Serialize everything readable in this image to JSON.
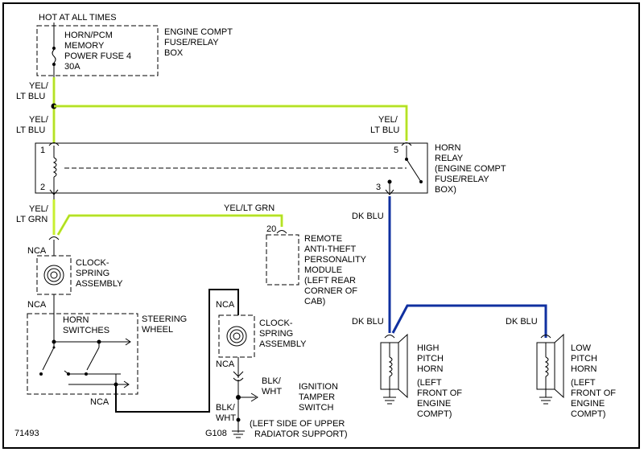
{
  "labels": {
    "hot_at_all_times": "HOT AT ALL TIMES",
    "fuse_name_1": "HORN/PCM",
    "fuse_name_2": "MEMORY",
    "fuse_name_3": "POWER FUSE 4",
    "fuse_rating": "30A",
    "fuse_box_1": "ENGINE COMPT",
    "fuse_box_2": "FUSE/RELAY",
    "fuse_box_3": "BOX",
    "yel": "YEL/",
    "lt_blu": "LT BLU",
    "yel_r": "YEL/",
    "lt_blu_r": "LT BLU",
    "yel_2": "YEL/",
    "lt_blu_2": "LT BLU",
    "relay_1": "HORN",
    "relay_2": "RELAY",
    "relay_3": "(ENGINE COMPT",
    "relay_4": "FUSE/RELAY",
    "relay_5": "BOX)",
    "pin_1": "1",
    "pin_2": "2",
    "pin_3": "3",
    "pin_5": "5",
    "yel_3": "YEL/",
    "lt_grn": "LT GRN",
    "yel_lt_grn": "YEL/LT GRN",
    "pin_20": "20",
    "module_1": "REMOTE",
    "module_2": "ANTI-THEFT",
    "module_3": "PERSONALITY",
    "module_4": "MODULE",
    "module_5": "(LEFT REAR",
    "module_6": "CORNER OF",
    "module_7": "CAB)",
    "dk_blu_1": "DK BLU",
    "dk_blu_2": "DK BLU",
    "dk_blu_3": "DK BLU",
    "nca_1": "NCA",
    "nca_2": "NCA",
    "nca_3": "NCA",
    "nca_4": "NCA",
    "nca_5": "NCA",
    "clock_1a": "CLOCK-",
    "clock_1b": "SPRING",
    "clock_1c": "ASSEMBLY",
    "clock_2a": "CLOCK-",
    "clock_2b": "SPRING",
    "clock_2c": "ASSEMBLY",
    "horn_sw_1": "HORN",
    "horn_sw_2": "SWITCHES",
    "steering_1": "STEERING",
    "steering_2": "WHEEL",
    "blk_wht_a": "BLK/",
    "blk_wht_b": "WHT",
    "blk_wht_c": "BLK/",
    "blk_wht_d": "WHT",
    "ign_1": "IGNITION",
    "ign_2": "TAMPER",
    "ign_3": "SWITCH",
    "ground_id": "G108",
    "ground_loc": "(LEFT SIDE OF UPPER",
    "ground_loc2": "RADIATOR SUPPORT)",
    "high_1": "HIGH",
    "high_2": "PITCH",
    "high_3": "HORN",
    "high_4": "(LEFT",
    "high_5": "FRONT OF",
    "high_6": "ENGINE",
    "high_7": "COMPT)",
    "low_1": "LOW",
    "low_2": "PITCH",
    "low_3": "HORN",
    "low_4": "(LEFT",
    "low_5": "FRONT OF",
    "low_6": "ENGINE",
    "low_7": "COMPT)",
    "figure_id": "71493"
  },
  "colors": {
    "yellow_green_wire": "#c8f030",
    "dark_blue_wire": "#1030a0",
    "black_wire": "#000000"
  },
  "icons": [
    "fuse-icon",
    "relay-coil-icon",
    "relay-switch-icon",
    "clockspring-icon",
    "horn-icon",
    "ground-icon",
    "connector-icon"
  ]
}
